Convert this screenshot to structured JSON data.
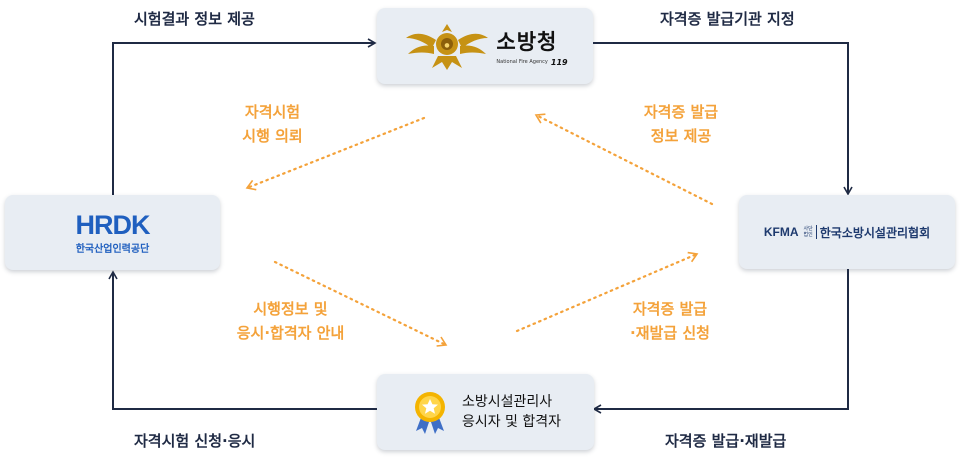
{
  "nodes": {
    "fire_agency": {
      "name": "소방청",
      "sub": "National Fire Agency",
      "sub_mark": "119"
    },
    "hrdk": {
      "logo": "HRDK",
      "name": "한국산업인력공단"
    },
    "kfma": {
      "logo": "KFMA",
      "tag_line1": "사단",
      "tag_line2": "법인",
      "name": "한국소방시설관리협회"
    },
    "applicants": {
      "line1": "소방시설관리사",
      "line2": "응시자 및 합격자"
    }
  },
  "edges": {
    "top_left": "시험결과 정보 제공",
    "top_right": "자격증 발급기관 지정",
    "bottom_left": "자격시험 신청·응시",
    "bottom_right": "자격증 발급·재발급"
  },
  "inner": {
    "request": [
      "자격시험",
      "시행 의뢰"
    ],
    "cert_info": [
      "자격증 발급",
      "정보 제공"
    ],
    "notice": [
      "시행정보 및",
      "응시·합격자 안내"
    ],
    "cert_apply": [
      "자격증 발급",
      "·재발급 신청"
    ]
  },
  "colors": {
    "node_bg": "#e8edf3",
    "dark_arrow": "#1f2a44",
    "dotted_arrow": "#f4a23a",
    "hrdk_blue": "#1f5fbf",
    "kfma_navy": "#1e3a6e"
  }
}
